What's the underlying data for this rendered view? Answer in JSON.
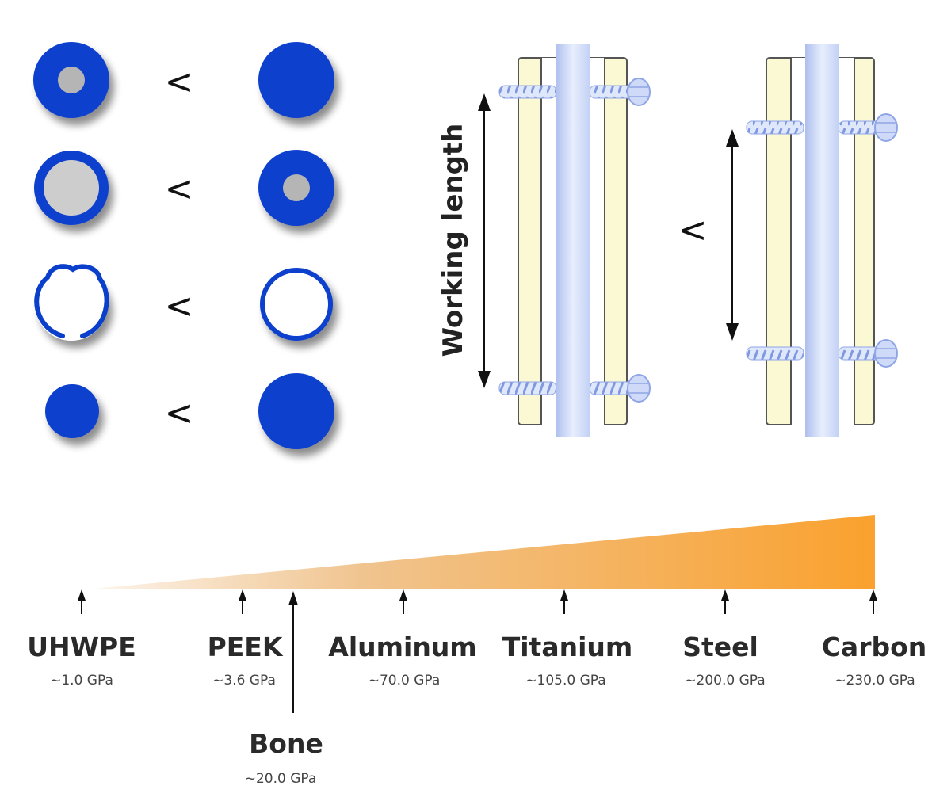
{
  "comparison_symbol": "<",
  "working_length_label": "Working length",
  "materials": [
    {
      "name": "UHWPE",
      "modulus": "~1.0 GPa"
    },
    {
      "name": "PEEK",
      "modulus": "~3.6 GPa"
    },
    {
      "name": "Bone",
      "modulus": "~20.0 GPa"
    },
    {
      "name": "Aluminum",
      "modulus": "~70.0 GPa"
    },
    {
      "name": "Titanium",
      "modulus": "~105.0 GPa"
    },
    {
      "name": "Steel",
      "modulus": "~200.0 GPa"
    },
    {
      "name": "Carbon",
      "modulus": "~230.0 GPa"
    }
  ],
  "colors": {
    "rod_blue": "#0a3fcc",
    "hollow_grey": "#b5b5b5",
    "plate_yellow": "#fbf8d4",
    "nail_blue": "#b8c8f2",
    "screw_blue": "#8fa6e6",
    "gradient_start": "#fbeee0",
    "gradient_end": "#faa12e"
  }
}
